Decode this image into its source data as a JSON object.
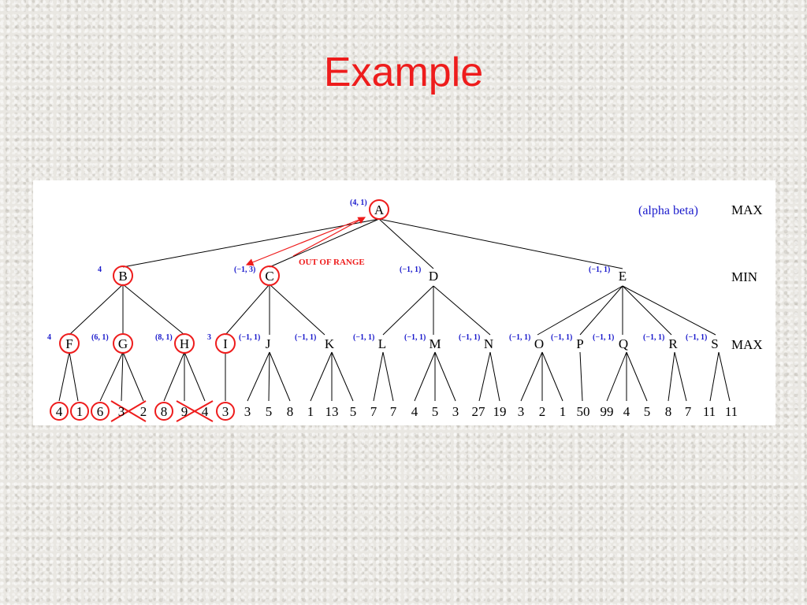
{
  "slide": {
    "title": "Example"
  },
  "diagram": {
    "legend": "(alpha beta)",
    "out_of_range": "OUT OF RANGE",
    "levels": {
      "root": "MAX",
      "mid": "MIN",
      "lower": "MAX"
    },
    "nodes": {
      "A": {
        "label": "A",
        "ab": "(4, 1)"
      },
      "B": {
        "label": "B",
        "ab": "4"
      },
      "C": {
        "label": "C",
        "ab": "(−1, 3)"
      },
      "D": {
        "label": "D",
        "ab": "(−1, 1)"
      },
      "E": {
        "label": "E",
        "ab": "(−1, 1)"
      },
      "F": {
        "label": "F",
        "ab": "4"
      },
      "G": {
        "label": "G",
        "ab": "(6, 1)"
      },
      "H": {
        "label": "H",
        "ab": "(8, 1)"
      },
      "I": {
        "label": "I",
        "ab": "3"
      },
      "J": {
        "label": "J",
        "ab": "(−1, 1)"
      },
      "K": {
        "label": "K",
        "ab": "(−1, 1)"
      },
      "L": {
        "label": "L",
        "ab": "(−1, 1)"
      },
      "M": {
        "label": "M",
        "ab": "(−1, 1)"
      },
      "N": {
        "label": "N",
        "ab": "(−1, 1)"
      },
      "O": {
        "label": "O",
        "ab": "(−1, 1)"
      },
      "P": {
        "label": "P",
        "ab": "(−1, 1)"
      },
      "Q": {
        "label": "Q",
        "ab": "(−1, 1)"
      },
      "R": {
        "label": "R",
        "ab": "(−1, 1)"
      },
      "S": {
        "label": "S",
        "ab": "(−1, 1)"
      }
    },
    "leaves": [
      "4",
      "1",
      "6",
      "3",
      "2",
      "8",
      "9",
      "4",
      "3",
      "3",
      "5",
      "8",
      "1",
      "13",
      "5",
      "7",
      "7",
      "4",
      "5",
      "3",
      "27",
      "19",
      "3",
      "2",
      "1",
      "50",
      "99",
      "4",
      "5",
      "8",
      "7",
      "11",
      "11"
    ]
  }
}
